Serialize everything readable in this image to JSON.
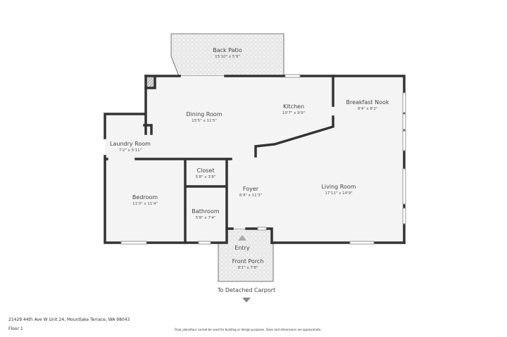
{
  "rooms": {
    "back_patio": {
      "name": "Back Patio",
      "dims": "15'10\" x 5'9\""
    },
    "dining_room": {
      "name": "Dining Room",
      "dims": "15'5\" x 11'5\""
    },
    "kitchen": {
      "name": "Kitchen",
      "dims": "10'7\" x 9'9\""
    },
    "breakfast_nook": {
      "name": "Breakfast Nook",
      "dims": "9'4\" x 8'2\""
    },
    "laundry_room": {
      "name": "Laundry Room",
      "dims": "7'2\" x 5'11\""
    },
    "closet": {
      "name": "Closet",
      "dims": "5'8\" x 3'8\""
    },
    "bedroom": {
      "name": "Bedroom",
      "dims": "11'0\" x 11'4\""
    },
    "bathroom": {
      "name": "Bathroom",
      "dims": "5'8\" x 7'4\""
    },
    "foyer": {
      "name": "Foyer",
      "dims": "6'4\" x 11'3\""
    },
    "living_room": {
      "name": "Living Room",
      "dims": "17'11\" x 14'9\""
    },
    "front_porch": {
      "name": "Front Porch",
      "dims": "8'1\" x 7'8\""
    }
  },
  "entry_label": "Entry",
  "carport_label": "To Detached Carport",
  "address": "21429 44th Ave W Unit 24, Mountlake Terrace, WA 98043",
  "floor": "Floor 1",
  "disclaimer": "Floor plans/tour cannot be used for building or design purposes. Sizes and dimensions are approximate.",
  "colors": {
    "wall": "#333333",
    "floor": "#f4f4f4",
    "patio": "#ececec"
  }
}
